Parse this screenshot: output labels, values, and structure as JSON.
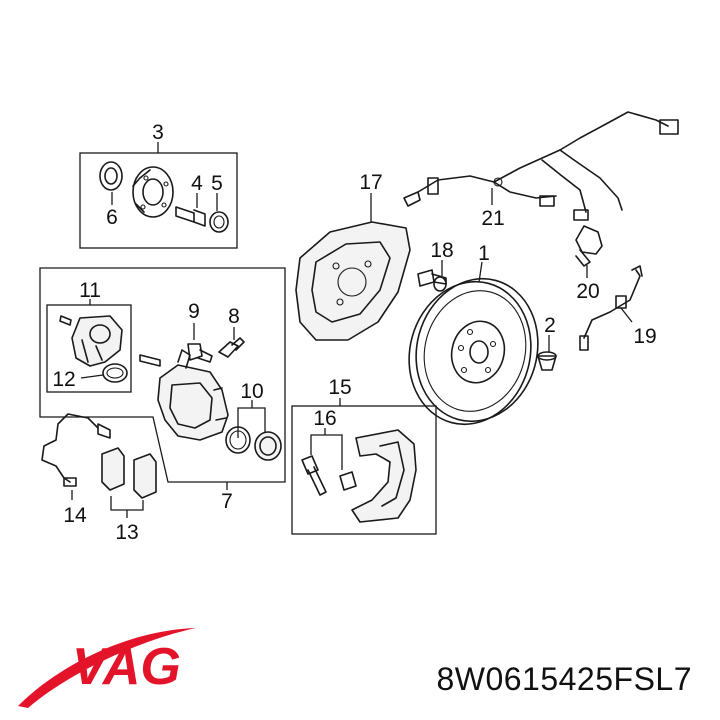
{
  "diagram": {
    "callouts": {
      "c1": "1",
      "c2": "2",
      "c3": "3",
      "c4": "4",
      "c5": "5",
      "c6": "6",
      "c7": "7",
      "c8": "8",
      "c9": "9",
      "c10": "10",
      "c11": "11",
      "c12": "12",
      "c13": "13",
      "c14": "14",
      "c15": "15",
      "c16": "16",
      "c17": "17",
      "c18": "18",
      "c19": "19",
      "c20": "20",
      "c21": "21"
    }
  },
  "brand": {
    "logo_text": "VAG",
    "color": "#e3142a"
  },
  "part_number": "8W0615425FSL7"
}
